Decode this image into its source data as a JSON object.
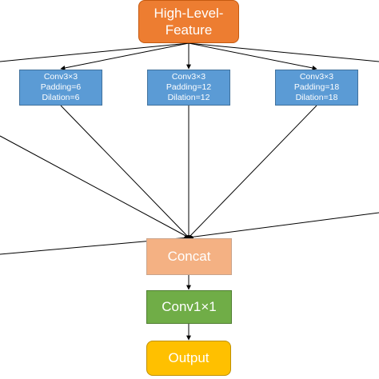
{
  "diagram": {
    "top": {
      "line1": "High-Level-",
      "line2": "Feature"
    },
    "branches": [
      {
        "kernel": "Conv3×3",
        "padding": "Padding=6",
        "dilation": "Dilation=6"
      },
      {
        "kernel": "Conv3×3",
        "padding": "Padding=12",
        "dilation": "Dilation=12"
      },
      {
        "kernel": "Conv3×3",
        "padding": "Padding=18",
        "dilation": "Dilation=18"
      }
    ],
    "concat": "Concat",
    "conv1x1": "Conv1×1",
    "output": "Output"
  },
  "colors": {
    "feature": "#ed7d31",
    "conv_branch": "#5b9bd5",
    "concat": "#f4b183",
    "conv1x1": "#70ad47",
    "output": "#ffc000",
    "edge": "#000000"
  }
}
